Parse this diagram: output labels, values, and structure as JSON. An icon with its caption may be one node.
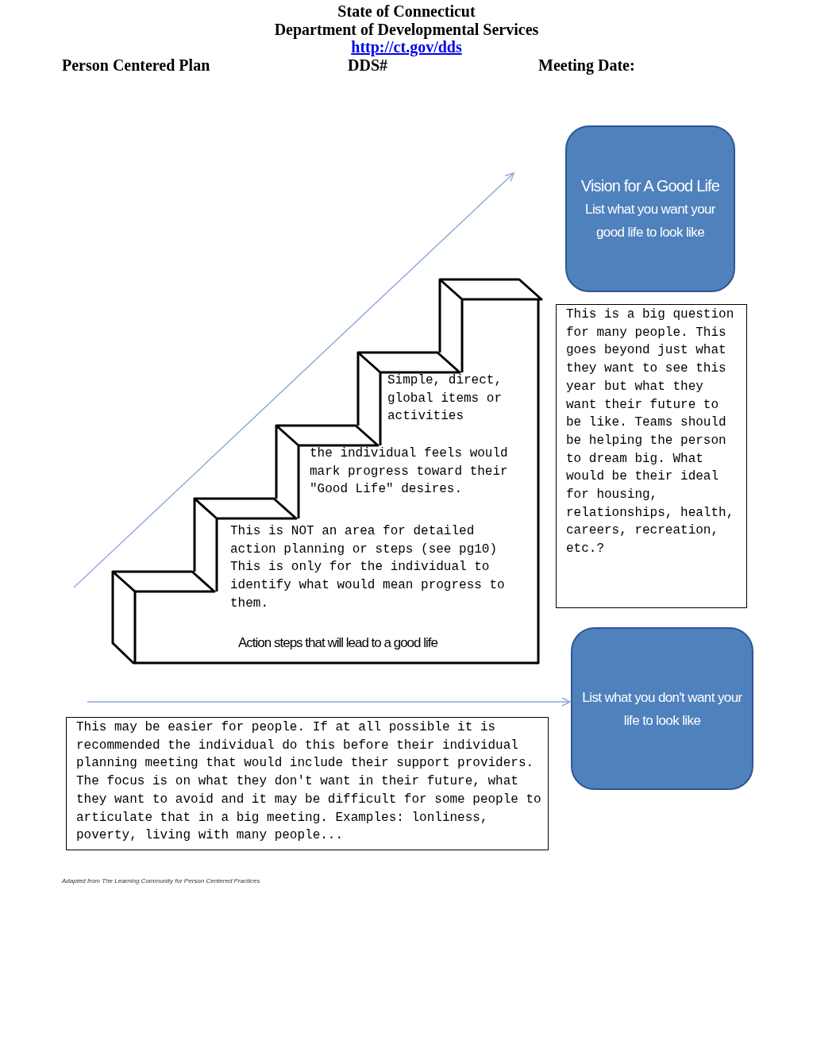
{
  "diagram": {
    "nodes": [
      {
        "text": [
          "Vision for A Good Life",
          "List what you want your good life to look like"
        ]
      },
      {
        "text": [
          "This is a big question for many people. This goes beyond just what they want to see this year but what they want their future to be like. Teams should be helping the person to dream big. What would be their ideal for housing, relationships, health, careers, recreation, etc.?"
        ]
      },
      {
        "text": [
          "Simple, direct, global items or activities",
          "the individual feels would mark progress toward their \"Good Life\" desires.",
          "This is NOT an area for detailed action planning or steps (see pg10) This is only for the individual to identify what would mean progress to them.",
          "Action steps that will lead to a good life"
        ]
      },
      {
        "text": [
          "This may be easier for people. If at all possible it is recommended the individual do this before their individual planning meeting that would include their support providers. The focus is on what they don't want in their future, what they want to avoid and it may be difficult for some people to articulate that in a big meeting. Examples: lonliness, poverty, living with many people..."
        ]
      },
      {
        "text": [
          "List what you don't want your life to look like"
        ]
      }
    ],
    "edges": [
      {
        "from": null,
        "to": 4,
        "arrow": "to"
      }
    ],
    "labels": [
      "State of Connecticut",
      "Department of Developmental Services",
      "http://ct.gov/dds",
      "Person Centered Plan",
      "DDS#",
      "Meeting Date:",
      "Adapted from The Learning Community for Person Centered Practices"
    ]
  }
}
